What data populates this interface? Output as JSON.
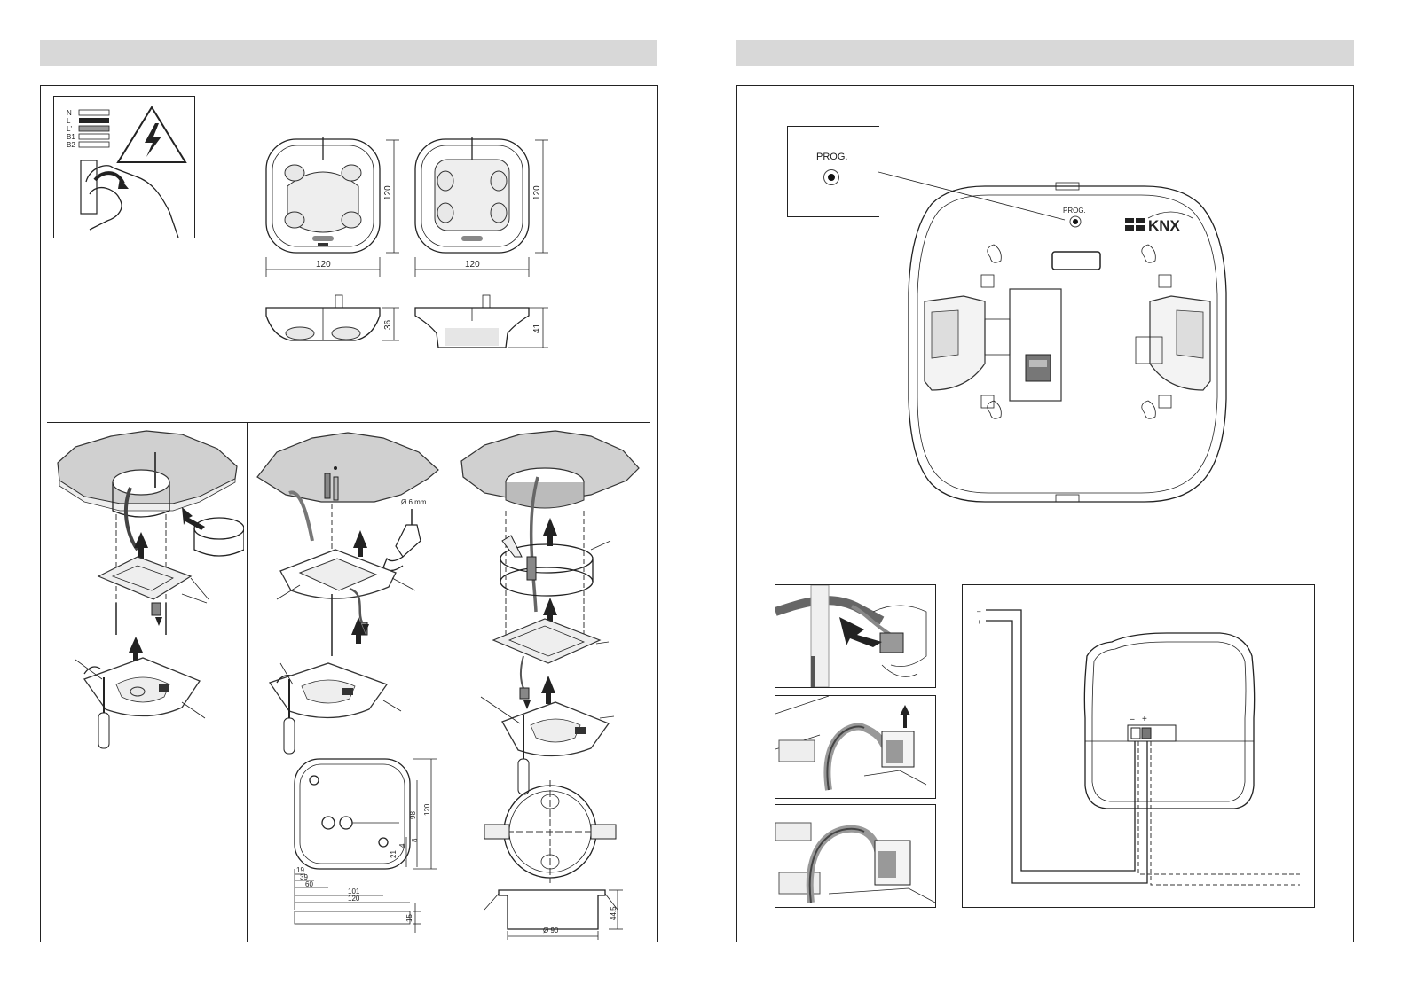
{
  "colors": {
    "header_bar": "#d8d8d8",
    "line": "#222222",
    "ceiling_fill": "#d0d0d0"
  },
  "left_page": {
    "wiring_legend": [
      "N",
      "L",
      "L'",
      "B1",
      "B2"
    ],
    "dimensions": {
      "front_width_a": "120",
      "front_height_a": "120",
      "front_width_b": "120",
      "front_height_b": "120",
      "side_height_a": "36",
      "side_height_b": "41"
    },
    "drill": {
      "label": "Ø 6 mm"
    },
    "cutout": {
      "h_dims": [
        "19",
        "39",
        "60",
        "101",
        "120"
      ],
      "v_dims": [
        "98",
        "120",
        "4",
        "8",
        "21"
      ],
      "depth": "15"
    },
    "flush_box": {
      "diameter": "Ø 90",
      "depth": "44.5"
    }
  },
  "right_page": {
    "prog_callout": "PROG.",
    "prog_device": "PROG.",
    "brand": "KNX",
    "terminal_labels": {
      "minus": "–",
      "plus": "+"
    },
    "bus_labels": {
      "minus": "–",
      "plus": "+"
    }
  }
}
